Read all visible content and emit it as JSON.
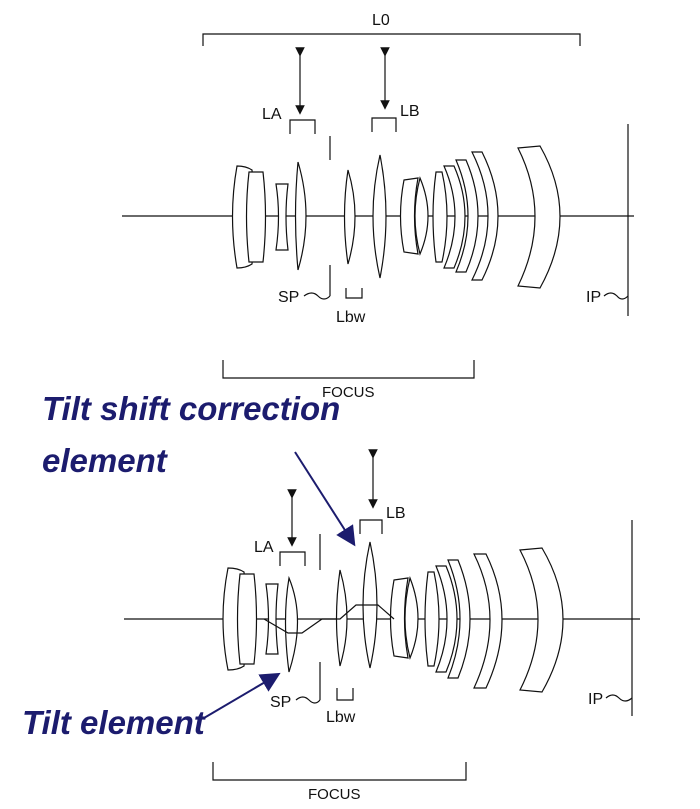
{
  "labels": {
    "l0": "L0",
    "la": "LA",
    "lb": "LB",
    "sp": "SP",
    "lbw": "Lbw",
    "ip": "IP",
    "focus": "FOCUS"
  },
  "annotations": {
    "tilt_shift_line1": "Tilt shift correction",
    "tilt_shift_line2": "element",
    "tilt_element": "Tilt element"
  },
  "colors": {
    "annotation": "#1c1c6e",
    "line": "#111111"
  }
}
